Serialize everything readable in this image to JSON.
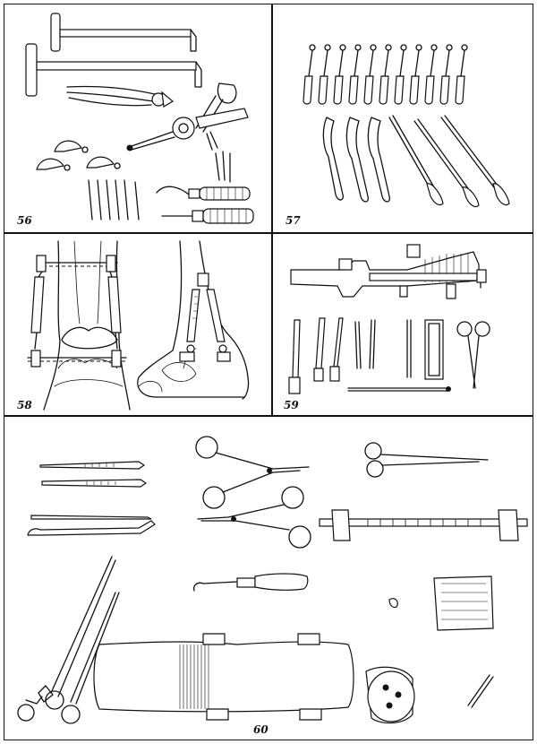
{
  "figures": {
    "fig56": {
      "label": "56"
    },
    "fig57": {
      "label": "57"
    },
    "fig58": {
      "label": "58"
    },
    "fig59": {
      "label": "59"
    },
    "fig60": {
      "label": "60"
    }
  }
}
